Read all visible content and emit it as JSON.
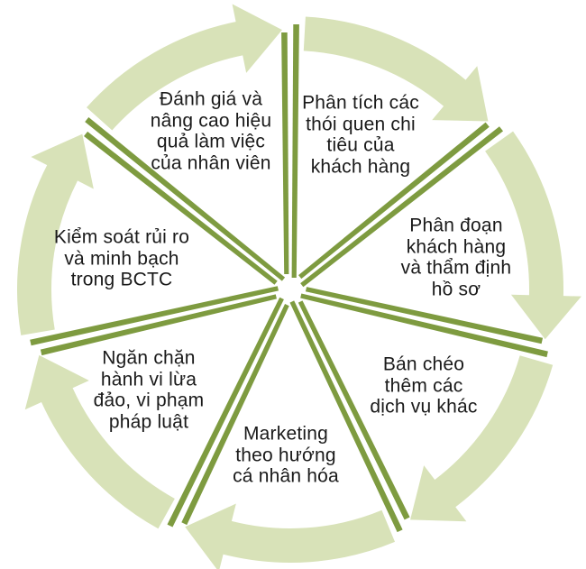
{
  "diagram": {
    "type": "cycle-arrow-diagram",
    "direction": "clockwise",
    "segment_count": 7,
    "items": [
      {
        "label": "Phân tích các\nthói quen chi\ntiêu của\nkhách hàng"
      },
      {
        "label": "Phân đoạn\nkhách hàng\nvà thẩm định\nhồ sơ"
      },
      {
        "label": "Bán chéo\nthêm các\ndịch vụ khác"
      },
      {
        "label": "Marketing\ntheo hướng\ncá nhân  hóa"
      },
      {
        "label": "Ngăn chặn\nhành vi lừa\nđảo, vi phạm\npháp luật"
      },
      {
        "label": "Kiểm soát rủi ro\nvà minh bạch\ntrong BCTC"
      },
      {
        "label": "Đánh giá và\nnâng cao hiệu\nquả làm việc\ncủa nhân viên"
      }
    ],
    "colors": {
      "ring_arrow": "#d8e2b8",
      "spoke": "#7e9b40",
      "text": "#1a1a1a",
      "background": "#ffffff"
    }
  }
}
